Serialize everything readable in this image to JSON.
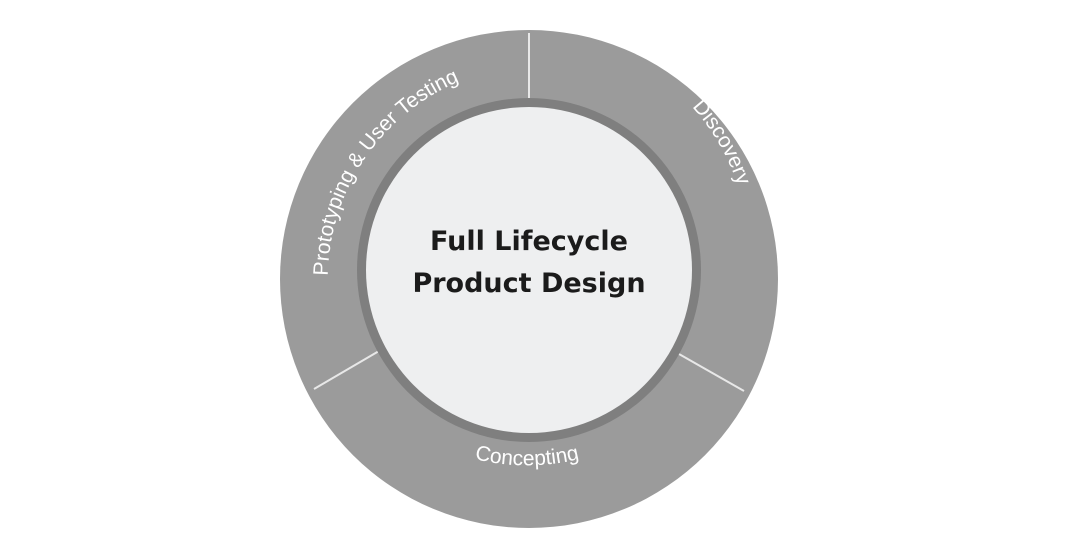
{
  "center": {
    "line1": "Full Lifecycle",
    "line2": "Product Design"
  },
  "segments": [
    {
      "label": "Discovery"
    },
    {
      "label": "Concepting"
    },
    {
      "label": "Prototyping & User Testing"
    }
  ],
  "colors": {
    "background": "#ffffff",
    "ring": "#9b9b9b",
    "inner_border": "#7f7f7f",
    "center_fill": "#eeeff0",
    "divider": "#e8e8e8",
    "label_text": "#ffffff",
    "center_text": "#1b1b1b"
  }
}
